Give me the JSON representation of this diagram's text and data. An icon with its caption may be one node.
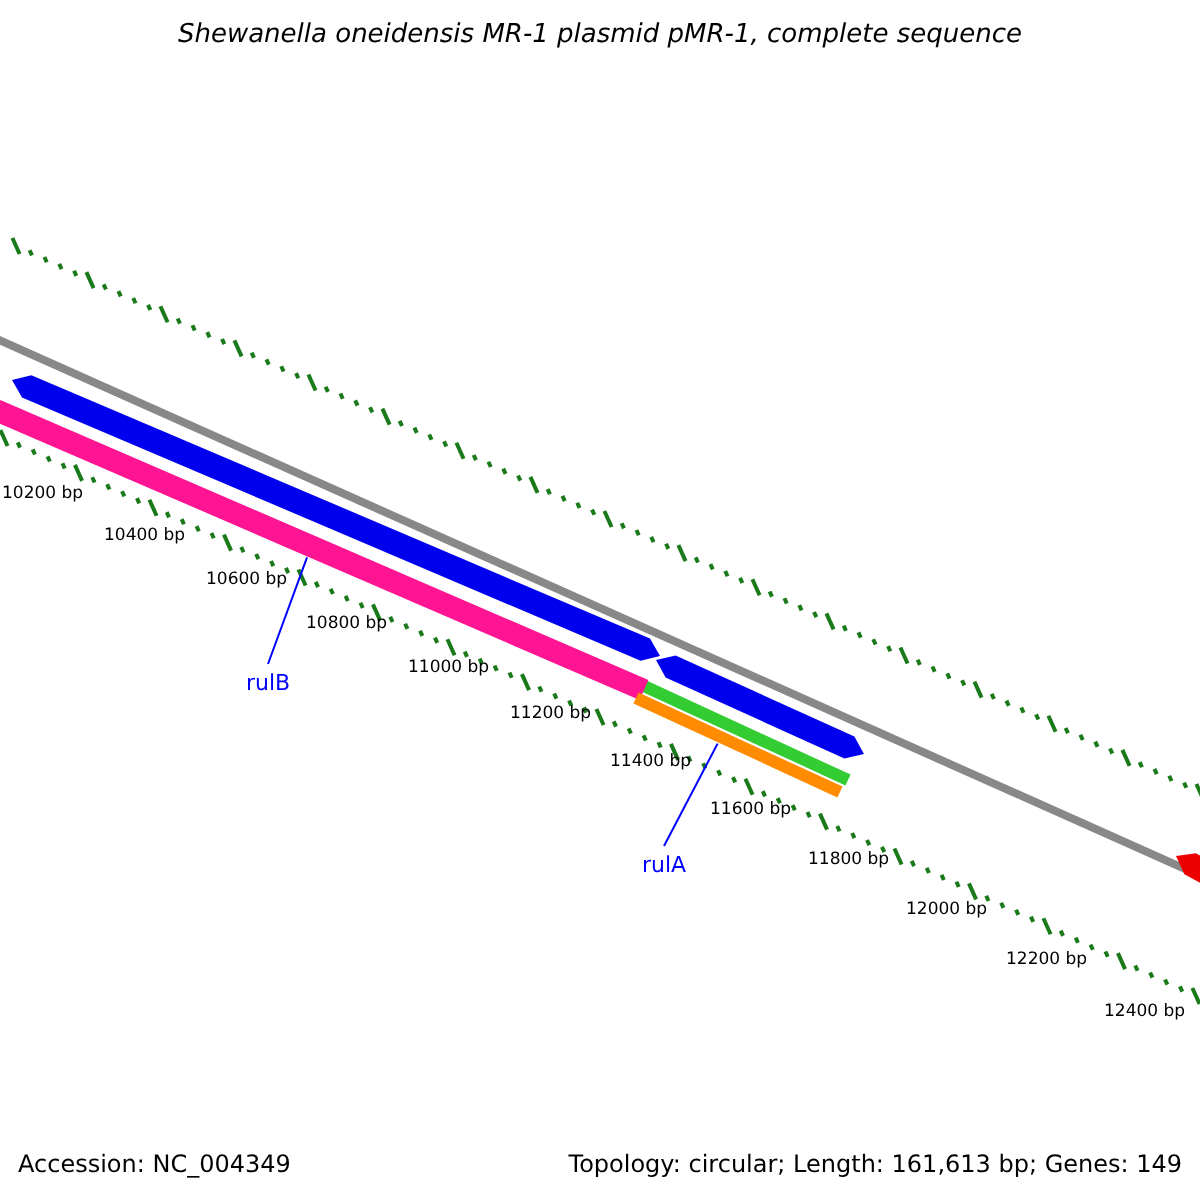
{
  "diagram": {
    "title": "Shewanella oneidensis MR-1 plasmid pMR-1, complete sequence",
    "nodes": [
      {
        "text": [
          "rulB"
        ]
      },
      {
        "text": [],
        "shape": "bar"
      },
      {
        "text": [
          "rulA"
        ]
      },
      {
        "text": [],
        "shape": "bar"
      }
    ],
    "edges": [
      {
        "from": 0,
        "to": 1,
        "arrow": "none"
      },
      {
        "from": 2,
        "to": 3,
        "arrow": "none"
      }
    ],
    "labels": [
      "10200 bp",
      "10400 bp",
      "10600 bp",
      "10800 bp",
      "11000 bp",
      "11200 bp",
      "11400 bp",
      "11600 bp",
      "11800 bp",
      "12000 bp",
      "12200 bp",
      "12400 bp",
      "Accession: NC_004349",
      "Topology: circular; Length: 161,613 bp; Genes: 149"
    ]
  }
}
